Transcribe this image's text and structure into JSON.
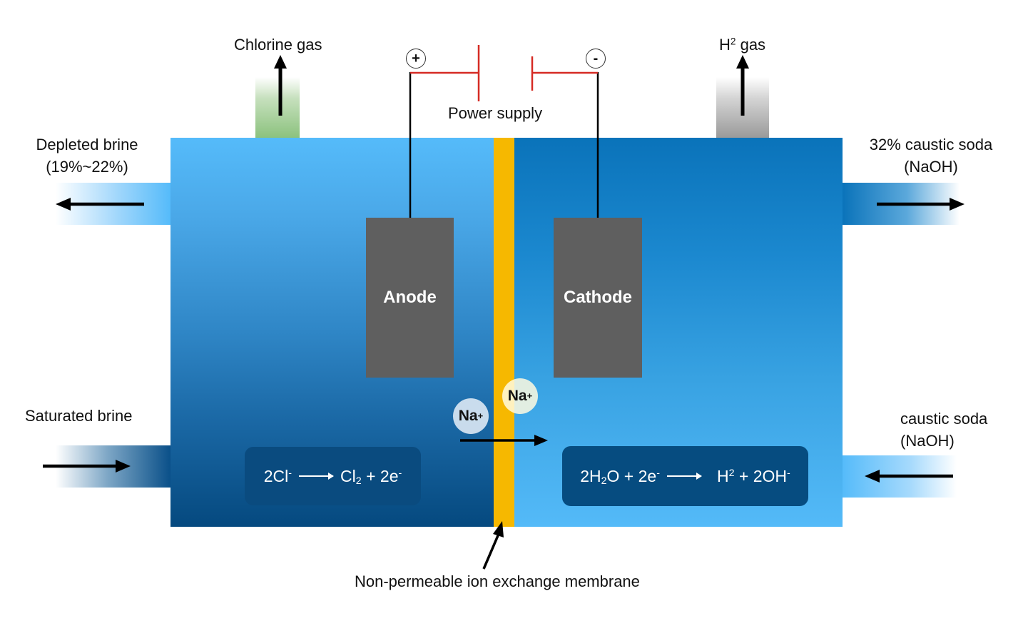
{
  "title": "Chlor-alkali membrane cell",
  "labels": {
    "chlorine_gas": "Chlorine gas",
    "h2_gas_base": "H",
    "h2_gas_sup": "2",
    "h2_gas_rest": " gas",
    "power_supply": "Power supply",
    "terminal_positive": "+",
    "terminal_negative": "-",
    "depleted_brine_line1": "Depleted brine",
    "depleted_brine_line2": "(19%~22%)",
    "saturated_brine": "Saturated brine",
    "caustic_out_line1": "32% caustic soda",
    "caustic_out_line2": "(NaOH)",
    "caustic_in_line1": "caustic soda",
    "caustic_in_line2": "(NaOH)",
    "membrane": "Non-permeable ion exchange membrane"
  },
  "electrodes": {
    "anode": "Anode",
    "cathode": "Cathode"
  },
  "ions": [
    {
      "base": "Na",
      "charge": "+"
    },
    {
      "base": "Na",
      "charge": "+"
    }
  ],
  "reactions": {
    "anode": {
      "reactant": "2Cl",
      "reactant_charge": "-",
      "product_a": "Cl",
      "product_a_sub": "2",
      "product_b": " + 2e",
      "product_b_charge": "-"
    },
    "cathode": {
      "reactant_a": "2H",
      "reactant_a_sub": "2",
      "reactant_b": "O + 2e",
      "reactant_b_charge": "-",
      "product_a": "H",
      "product_a_sup": "2",
      "product_b": " + 2OH",
      "product_b_charge": "-"
    }
  },
  "colors": {
    "membrane": "#f6b800",
    "electrode": "#5f5f5f",
    "wire_power": "#d62b24",
    "wire": "#000000",
    "reaction_box": "#0a4b7f",
    "chlorine_vent": "#8cc27e",
    "hydrogen_vent": "#9a9a9a"
  }
}
